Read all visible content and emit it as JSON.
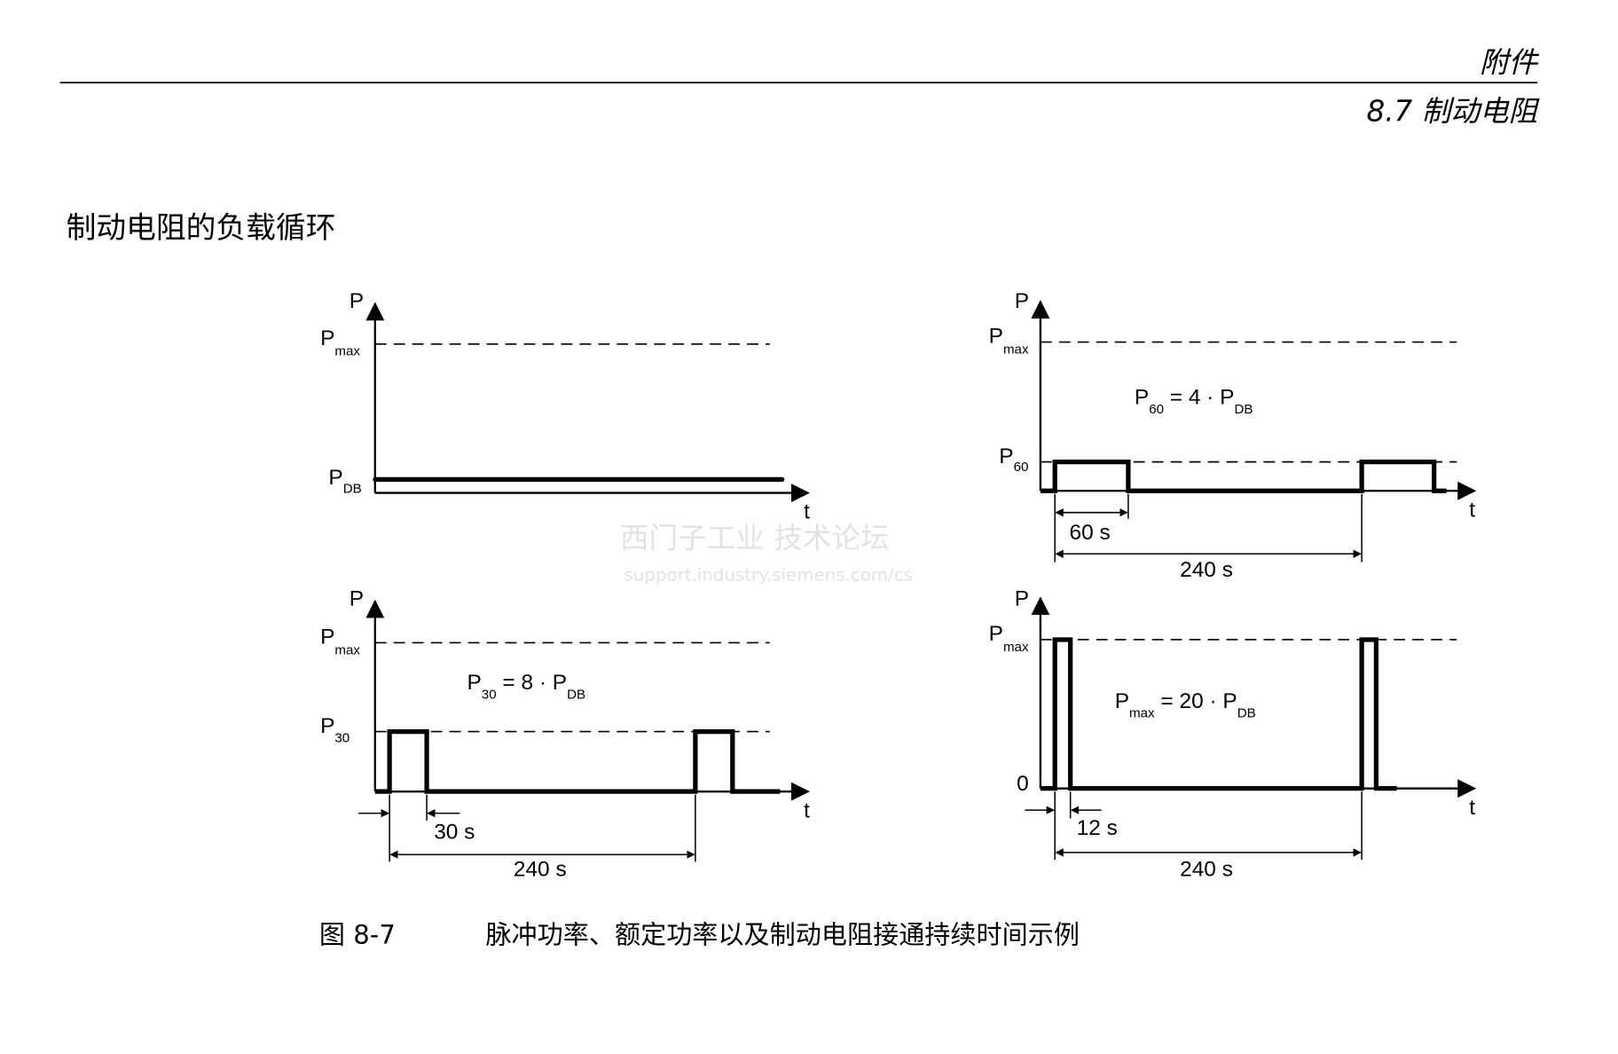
{
  "header": {
    "chapter": "附件",
    "section": "8.7 制动电阻"
  },
  "section_title": "制动电阻的负载循环",
  "watermark": {
    "line1": "西门子工业  技术论坛",
    "line2": "support.industry.siemens.com/cs"
  },
  "diagrams": {
    "continuous": {
      "y_axis": "P",
      "x_axis": "t",
      "pmax": "P",
      "pmax_sub": "max",
      "pdb": "P",
      "pdb_sub": "DB"
    },
    "p60": {
      "y_axis": "P",
      "x_axis": "t",
      "pmax": "P",
      "pmax_sub": "max",
      "level": "P",
      "level_sub": "60",
      "formula_p": "P",
      "formula_p_sub": "60",
      "formula_mid": " = 4 · P",
      "formula_db_sub": "DB",
      "pulse": "60 s",
      "period": "240 s"
    },
    "p30": {
      "y_axis": "P",
      "x_axis": "t",
      "pmax": "P",
      "pmax_sub": "max",
      "level": "P",
      "level_sub": "30",
      "formula_p": "P",
      "formula_p_sub": "30",
      "formula_mid": " = 8 · P",
      "formula_db_sub": "DB",
      "pulse": "30 s",
      "period": "240 s"
    },
    "pmax": {
      "y_axis": "P",
      "x_axis": "t",
      "pmax": "P",
      "pmax_sub": "max",
      "zero": "0",
      "formula_p": "P",
      "formula_p_sub": "max",
      "formula_mid": " = 20 · P",
      "formula_db_sub": "DB",
      "pulse": "12 s",
      "period": "240 s"
    }
  },
  "caption": {
    "number": "图 8-7",
    "text": "脉冲功率、额定功率以及制动电阻接通持续时间示例"
  }
}
